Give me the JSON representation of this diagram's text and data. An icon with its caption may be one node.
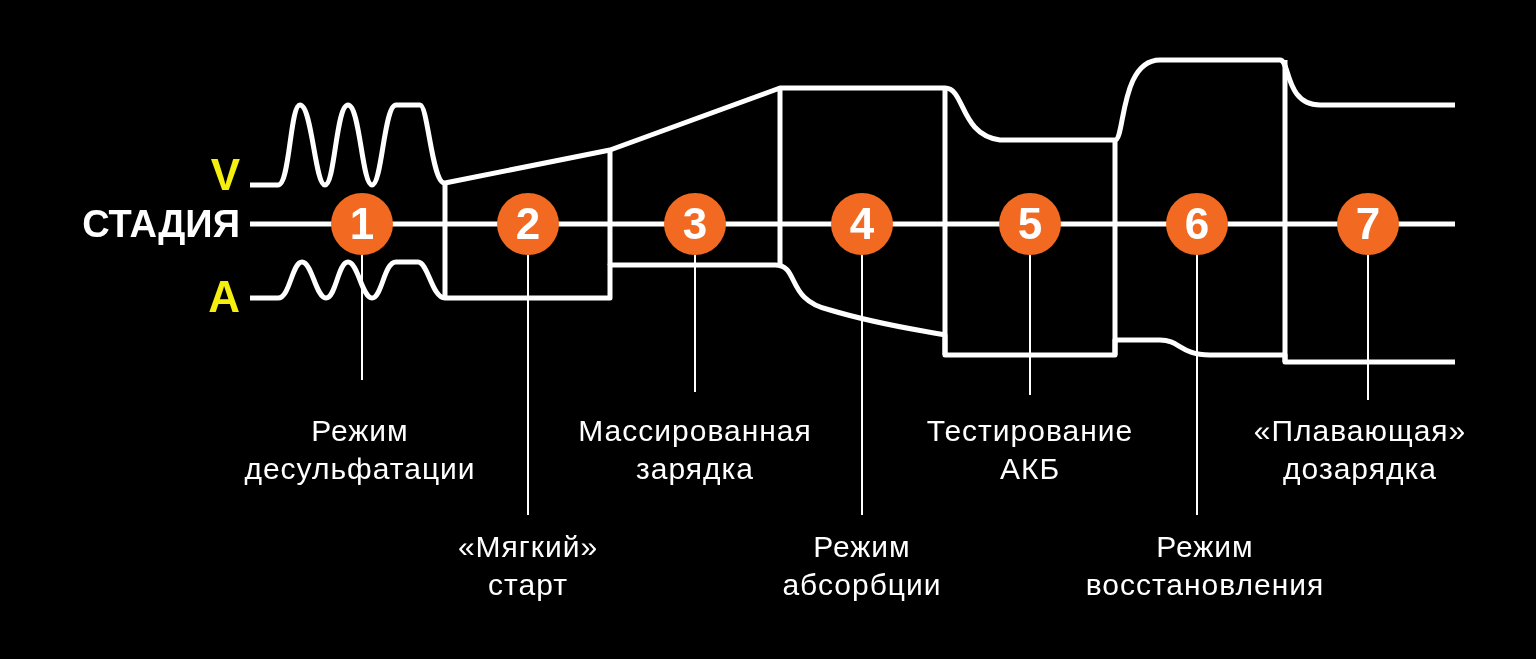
{
  "diagram": {
    "nodes": [
      {
        "text": [
          "1"
        ]
      },
      {
        "text": [
          "2"
        ]
      },
      {
        "text": [
          "3"
        ]
      },
      {
        "text": [
          "4"
        ]
      },
      {
        "text": [
          "5"
        ]
      },
      {
        "text": [
          "6"
        ]
      },
      {
        "text": [
          "7"
        ]
      },
      {
        "text": [
          "Режим десульфатации"
        ]
      },
      {
        "text": [
          "«Мягкий» старт"
        ]
      },
      {
        "text": [
          "Массированная зарядка"
        ]
      },
      {
        "text": [
          "Режим абсорбции"
        ]
      },
      {
        "text": [
          "Тестирование АКБ"
        ]
      },
      {
        "text": [
          "Режим восстановления"
        ]
      },
      {
        "text": [
          "«Плавающая» дозарядка"
        ]
      }
    ],
    "edges": [
      {
        "from": 0,
        "to": 7,
        "arrow": "none"
      },
      {
        "from": 1,
        "to": 8,
        "arrow": "none"
      },
      {
        "from": 2,
        "to": 9,
        "arrow": "none"
      },
      {
        "from": 3,
        "to": 10,
        "arrow": "none"
      },
      {
        "from": 4,
        "to": 11,
        "arrow": "none"
      },
      {
        "from": 5,
        "to": 12,
        "arrow": "none"
      },
      {
        "from": 6,
        "to": 13,
        "arrow": "none"
      }
    ],
    "labels": [
      "V",
      "СТАДИЯ",
      "A"
    ]
  }
}
